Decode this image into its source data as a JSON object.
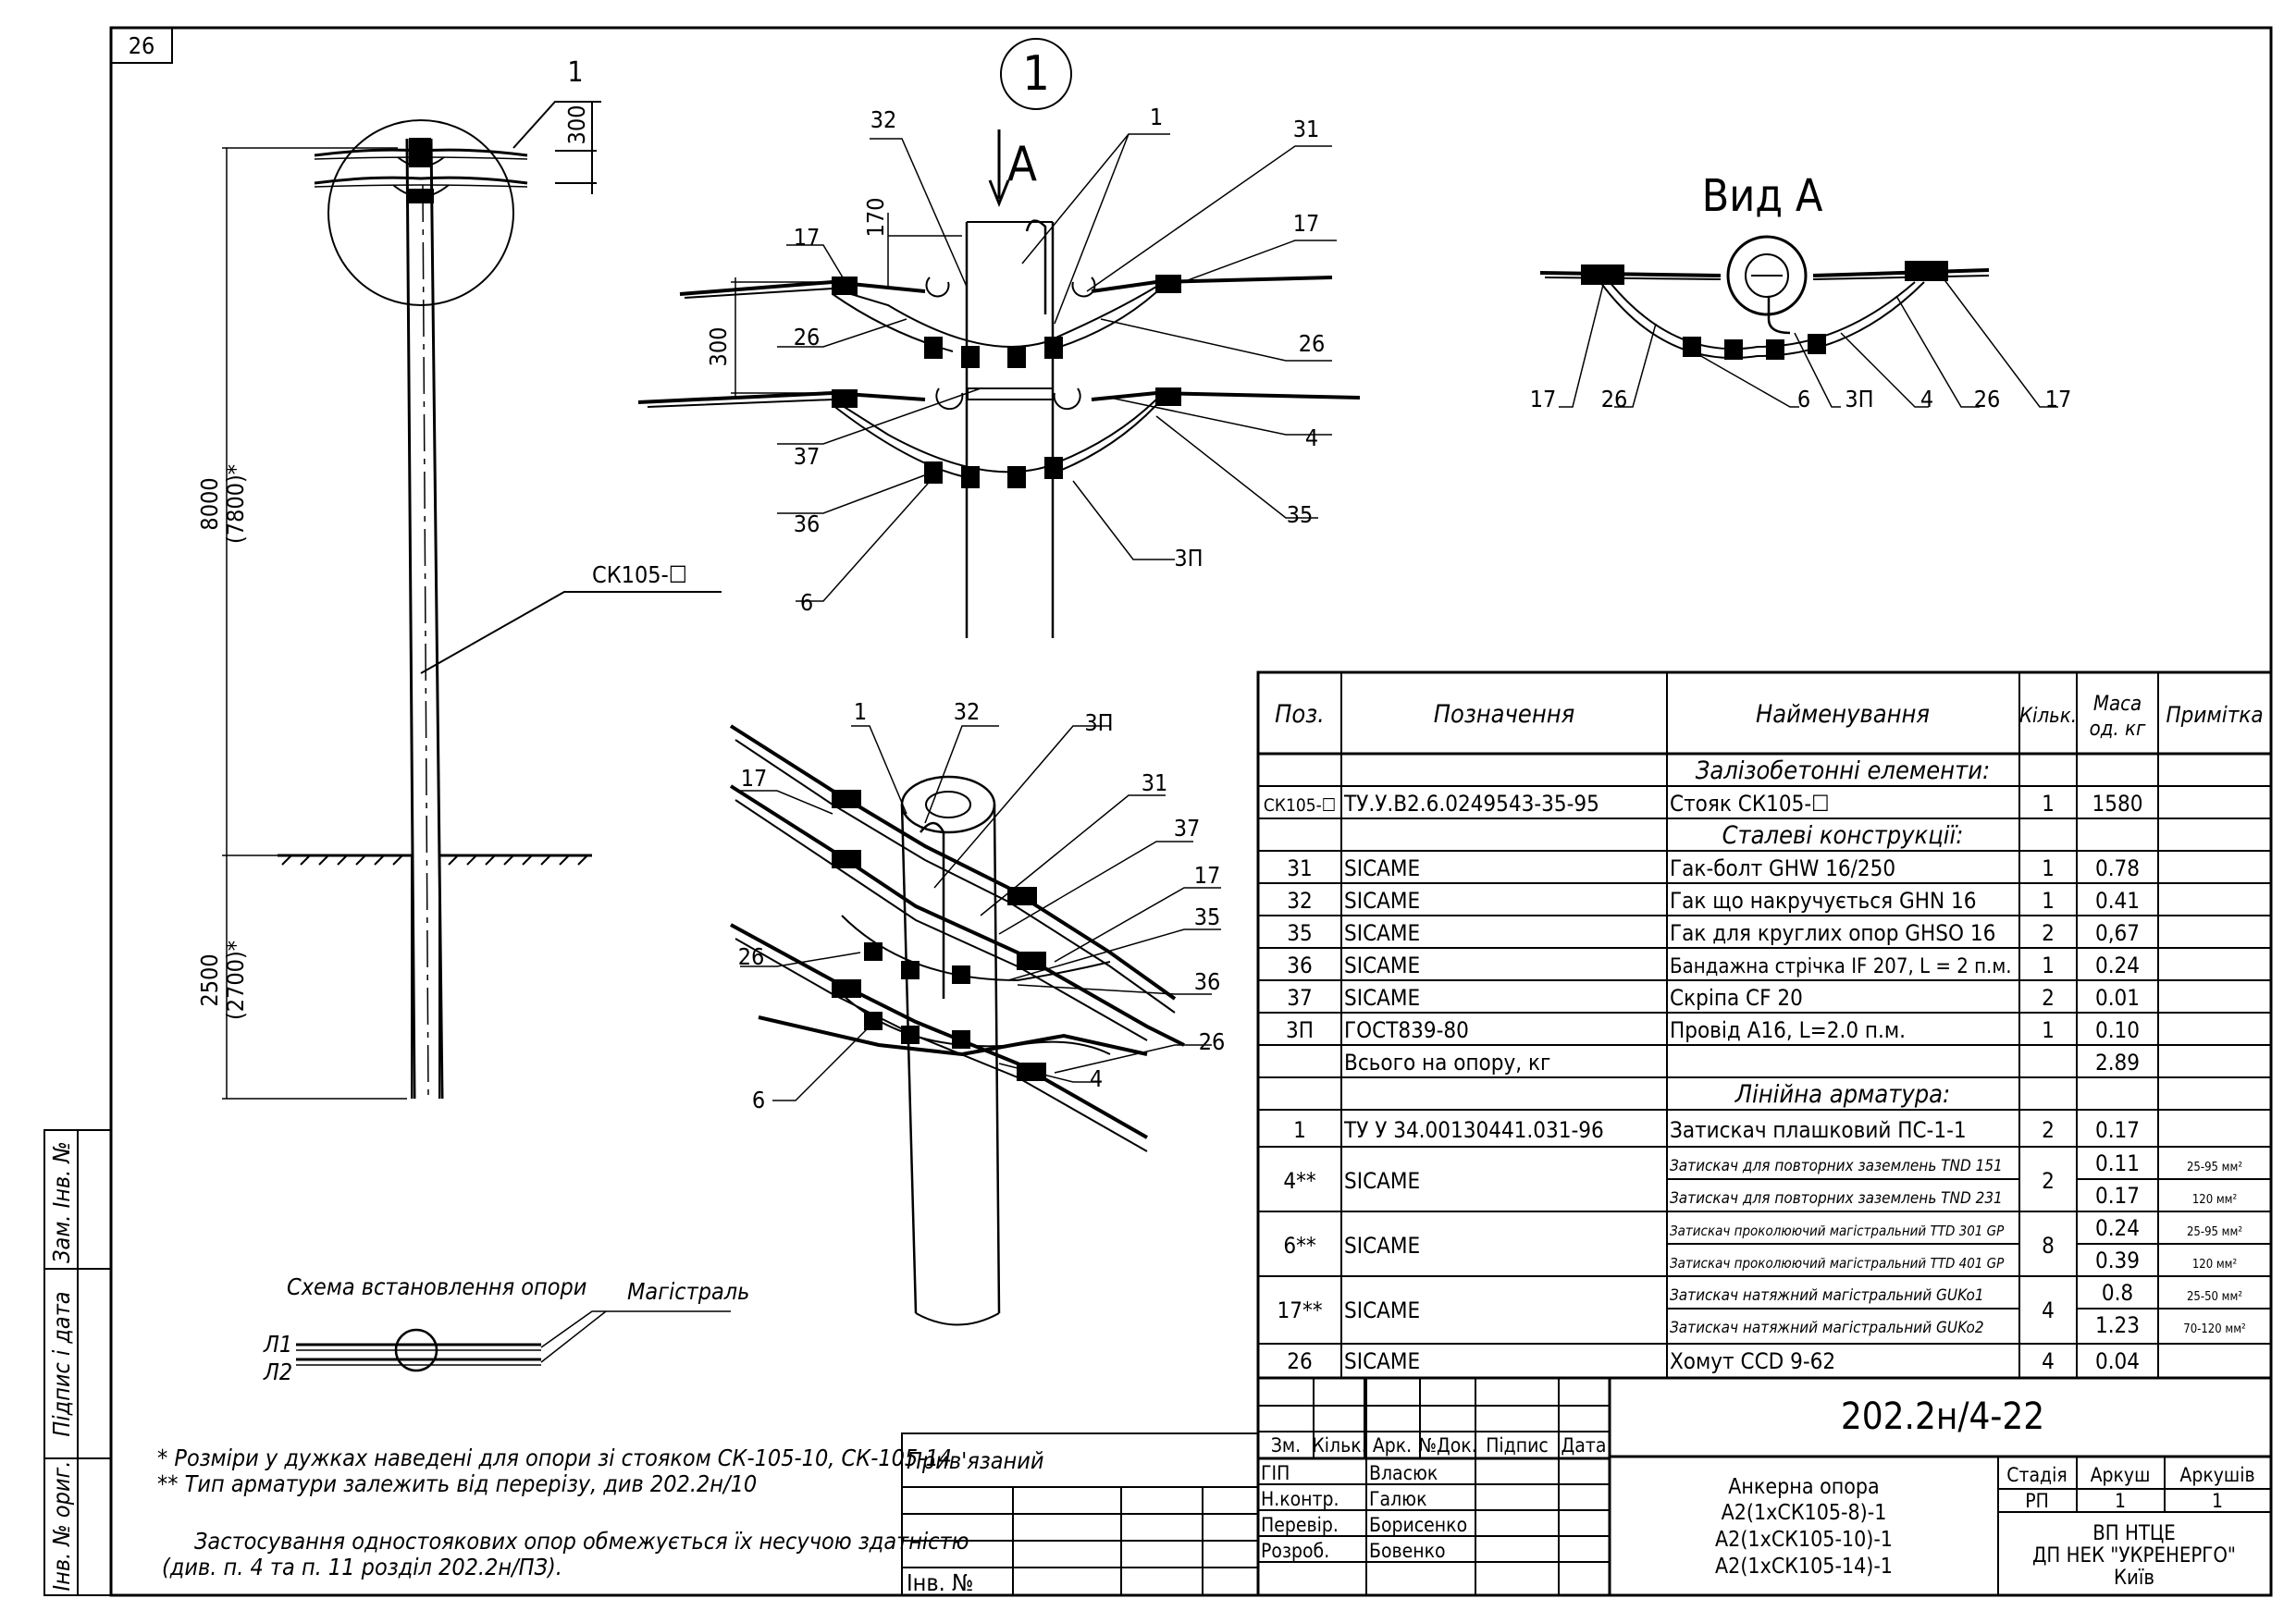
{
  "sheet_corner": "26",
  "elevation": {
    "callout": "1",
    "dim_300": "300",
    "dim_8000": "8000",
    "dim_7800": "(7800)*",
    "dim_2500": "2500",
    "dim_2700": "(2700)*",
    "pole_label": "СК105-☐"
  },
  "detail": {
    "callout": "1",
    "view_arrow": "А",
    "dim_170": "170",
    "dim_300": "300",
    "labels": [
      "32",
      "1",
      "31",
      "17",
      "17",
      "26",
      "26",
      "37",
      "4",
      "36",
      "35",
      "3П",
      "6"
    ]
  },
  "view_a": {
    "title": "Вид А",
    "labels": [
      "17",
      "26",
      "6",
      "3П",
      "4",
      "26",
      "17"
    ]
  },
  "iso": {
    "labels": [
      "1",
      "32",
      "3П",
      "17",
      "31",
      "37",
      "17",
      "35",
      "26",
      "36",
      "26",
      "4",
      "6"
    ]
  },
  "scheme": {
    "title": "Схема встановлення опори",
    "mainline": "Магістраль",
    "l1": "Л1",
    "l2": "Л2"
  },
  "notes": {
    "n1": "* Розміри у дужках наведені для опори зі стояком СК-105-10, СК-105-14",
    "n2": "** Тип арматури залежить від перерізу, див 202.2н/10",
    "n3": "Застосування одностоякових опор обмежується їх несучою здатністю",
    "n4": "(див. п. 4 та п. 11 розділ 202.2н/ПЗ)."
  },
  "side_stamp": {
    "c1": "Зам. Інв. №",
    "c2": "Підпис і дата",
    "c3": "Інв. № ориг."
  },
  "binding": {
    "title": "Прив'язаний",
    "inv": "Інв. №"
  },
  "spec_table": {
    "headers": {
      "pos": "Поз.",
      "designation": "Позначення",
      "name": "Найменування",
      "qty": "Кільк.",
      "mass1": "Маса",
      "mass2": "од. кг",
      "note": "Примітка"
    },
    "sec1": "Залізобетонні елементи:",
    "sec2": "Сталеві конструкції:",
    "sec3": "Лінійна арматура:",
    "rows": [
      {
        "pos": "СК105-☐",
        "des": "ТУ.У.В2.6.0249543-35-95",
        "name": "Стояк СК105-☐",
        "qty": "1",
        "mass": "1580"
      },
      {
        "pos": "31",
        "des": "SICAME",
        "name": "Гак-болт GHW 16/250",
        "qty": "1",
        "mass": "0.78"
      },
      {
        "pos": "32",
        "des": "SICAME",
        "name": "Гак що накручується GHN 16",
        "qty": "1",
        "mass": "0.41"
      },
      {
        "pos": "35",
        "des": "SICAME",
        "name": "Гак для круглих опор GHSO 16",
        "qty": "2",
        "mass": "0,67"
      },
      {
        "pos": "36",
        "des": "SICAME",
        "name": "Бандажна стрічка IF 207, L = 2 п.м.",
        "qty": "1",
        "mass": "0.24"
      },
      {
        "pos": "37",
        "des": "SICAME",
        "name": "Скріпа CF 20",
        "qty": "2",
        "mass": "0.01"
      },
      {
        "pos": "3П",
        "des": "ГОСТ839-80",
        "name": "Провід А16, L=2.0 п.м.",
        "qty": "1",
        "mass": "0.10"
      }
    ],
    "total_label": "Всього на опору, кг",
    "total_value": "2.89",
    "row_1": {
      "pos": "1",
      "des": "ТУ У 34.00130441.031-96",
      "name": "Затискач плашковий ПС-1-1",
      "qty": "2",
      "mass": "0.17"
    },
    "row_4": {
      "pos": "4**",
      "des": "SICAME",
      "qty": "2",
      "names": [
        "Затискач для повторних заземлень TND 151",
        "Затискач для повторних заземлень TND 231"
      ],
      "masses": [
        "0.11",
        "0.17"
      ],
      "notes": [
        "25-95 мм²",
        "120 мм²"
      ]
    },
    "row_6": {
      "pos": "6**",
      "des": "SICAME",
      "qty": "8",
      "names": [
        "Затискач проколюючий магістральний TTD 301 GP",
        "Затискач проколюючий магістральний TTD 401 GP"
      ],
      "masses": [
        "0.24",
        "0.39"
      ],
      "notes": [
        "25-95 мм²",
        "120 мм²"
      ]
    },
    "row_17": {
      "pos": "17**",
      "des": "SICAME",
      "qty": "4",
      "names": [
        "Затискач натяжний магістральний GUKo1",
        "Затискач натяжний магістральний GUKo2"
      ],
      "masses": [
        "0.8",
        "1.23"
      ],
      "notes": [
        "25-50 мм²",
        "70-120 мм²"
      ]
    },
    "row_26": {
      "pos": "26",
      "des": "SICAME",
      "name": "Хомут CCD 9-62",
      "qty": "4",
      "mass": "0.04"
    }
  },
  "title_block": {
    "code": "202.2н/4-22",
    "cols": {
      "zm": "Зм.",
      "kil": "Кільк.",
      "ark": "Арк.",
      "ndok": "№Док.",
      "pidpys": "Підпис",
      "data": "Дата"
    },
    "roles": [
      {
        "role": "ГІП",
        "name": "Власюк"
      },
      {
        "role": "Н.контр.",
        "name": "Галюк"
      },
      {
        "role": "Перевір.",
        "name": "Борисенко"
      },
      {
        "role": "Розроб.",
        "name": "Бовенко"
      }
    ],
    "desc": [
      "Анкерна опора",
      "А2(1хСК105-8)-1",
      "А2(1хСК105-10)-1",
      "А2(1хСК105-14)-1"
    ],
    "stage_h": "Стадія",
    "sheet_h": "Аркуш",
    "sheets_h": "Аркушів",
    "stage": "РП",
    "sheet": "1",
    "sheets": "1",
    "org": [
      "ВП НТЦЕ",
      "ДП НЕК \"УКРЕНЕРГО\"",
      "Київ"
    ]
  }
}
